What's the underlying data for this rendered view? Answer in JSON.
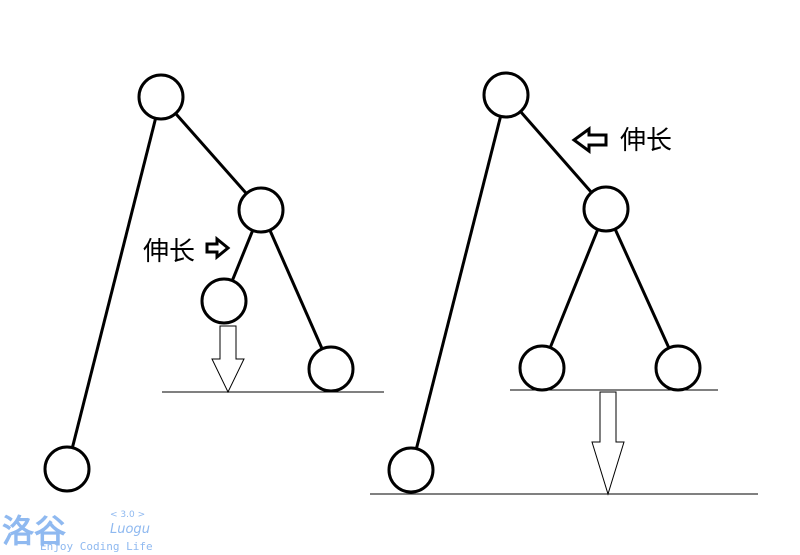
{
  "labels": {
    "left_stretch": "伸长",
    "right_stretch": "伸长"
  },
  "watermark": {
    "logo": "洛谷",
    "version": "< 3.0 >",
    "name": "Luogu",
    "slogan": "Enjoy Coding Life"
  }
}
